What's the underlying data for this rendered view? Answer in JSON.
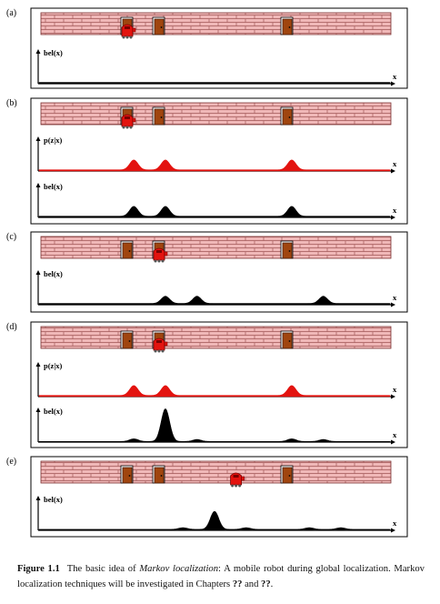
{
  "panels": [
    {
      "label": "(a)",
      "robot_door": 0,
      "plots": [
        {
          "ylabel": "bel(x)",
          "xlabel": "x",
          "color": "#000000",
          "baseline": 0.04,
          "peaks": []
        }
      ]
    },
    {
      "label": "(b)",
      "robot_door": 0,
      "plots": [
        {
          "ylabel": "p(z|x)",
          "xlabel": "x",
          "color": "#e3130f",
          "baseline": 0.04,
          "peaks": [
            [
              0.27,
              0.34
            ],
            [
              0.36,
              0.34
            ],
            [
              0.72,
              0.34
            ]
          ]
        },
        {
          "ylabel": "bel(x)",
          "xlabel": "x",
          "color": "#000000",
          "baseline": 0.04,
          "peaks": [
            [
              0.27,
              0.34
            ],
            [
              0.36,
              0.34
            ],
            [
              0.72,
              0.34
            ]
          ]
        }
      ]
    },
    {
      "label": "(c)",
      "robot_door": 1,
      "plots": [
        {
          "ylabel": "bel(x)",
          "xlabel": "x",
          "color": "#000000",
          "baseline": 0.04,
          "peaks": [
            [
              0.36,
              0.22
            ],
            [
              0.45,
              0.22
            ],
            [
              0.81,
              0.22
            ]
          ]
        }
      ]
    },
    {
      "label": "(d)",
      "robot_door": 1,
      "plots": [
        {
          "ylabel": "p(z|x)",
          "xlabel": "x",
          "color": "#e3130f",
          "baseline": 0.04,
          "peaks": [
            [
              0.27,
              0.34
            ],
            [
              0.36,
              0.34
            ],
            [
              0.72,
              0.34
            ]
          ]
        },
        {
          "ylabel": "bel(x)",
          "xlabel": "x",
          "color": "#000000",
          "baseline": 0.02,
          "peaks": [
            [
              0.27,
              0.08
            ],
            [
              0.36,
              1.0
            ],
            [
              0.45,
              0.06
            ],
            [
              0.72,
              0.08
            ],
            [
              0.81,
              0.06
            ]
          ]
        }
      ]
    },
    {
      "label": "(e)",
      "robot_door": 1.6,
      "plots": [
        {
          "ylabel": "bel(x)",
          "xlabel": "x",
          "color": "#000000",
          "baseline": 0.03,
          "peaks": [
            [
              0.41,
              0.05
            ],
            [
              0.5,
              0.55
            ],
            [
              0.59,
              0.05
            ],
            [
              0.77,
              0.05
            ],
            [
              0.86,
              0.05
            ]
          ]
        }
      ]
    }
  ],
  "caption": {
    "label": "Figure 1.1",
    "text_before": "The basic idea of ",
    "emphasis": "Markov localization",
    "text_after": ": A mobile robot during global localization. Markov localization techniques will be investigated in Chapters ",
    "ref1": "??",
    "and_text": " and ",
    "ref2": "??",
    "end": "."
  }
}
